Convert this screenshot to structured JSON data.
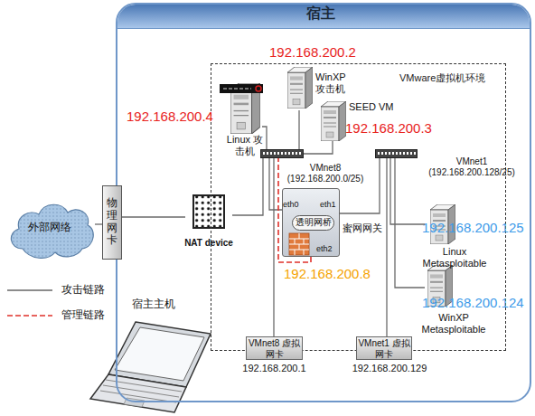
{
  "diagram": {
    "nodes": [
      {
        "text": [
          "宿主"
        ]
      },
      {
        "text": [
          "VMware虚拟机环境"
        ],
        "in": 0
      },
      {
        "text": [
          "外部网络"
        ]
      },
      {
        "text": [
          "物理网卡"
        ],
        "in": 0
      },
      {
        "text": [
          "NAT device"
        ],
        "in": 0
      },
      {
        "text": [
          "192.168.200.4",
          "Linux 攻击机"
        ],
        "in": 1
      },
      {
        "text": [
          "192.168.200.2",
          "WinXP 攻击机"
        ],
        "in": 1
      },
      {
        "text": [
          "SEED VM",
          "192.168.200.3"
        ],
        "in": 1
      },
      {
        "text": [
          "VMnet8 (192.168.200.0/25)"
        ],
        "in": 1
      },
      {
        "text": [
          "VMnet1 (192.168.200.128/25)"
        ],
        "in": 1
      },
      {
        "text": [
          "蜜网网关",
          "192.168.200.8"
        ],
        "in": 1
      },
      {
        "text": [
          "透明网桥"
        ],
        "in": 10
      },
      {
        "text": [
          "192.168.200.125",
          "Linux Metasploitable"
        ],
        "in": 1
      },
      {
        "text": [
          "192.168.200.124",
          "WinXP Metasploitable"
        ],
        "in": 1
      },
      {
        "text": [
          "VMnet8 虚拟网卡",
          "192.168.200.1"
        ],
        "in": 0
      },
      {
        "text": [
          "VMnet1 虚拟网卡",
          "192.168.200.129"
        ],
        "in": 0
      }
    ],
    "edges": [
      {
        "from": 2,
        "to": 3,
        "arrow": "none"
      },
      {
        "from": 3,
        "to": 4,
        "arrow": "none"
      },
      {
        "from": 4,
        "to": 8,
        "arrow": "none"
      },
      {
        "from": 5,
        "to": 8,
        "arrow": "none"
      },
      {
        "from": 6,
        "to": 8,
        "arrow": "none"
      },
      {
        "from": 7,
        "to": 8,
        "arrow": "none"
      },
      {
        "from": 8,
        "to": 10,
        "arrow": "none"
      },
      {
        "from": 9,
        "to": 10,
        "arrow": "none"
      },
      {
        "from": 9,
        "to": 12,
        "arrow": "none"
      },
      {
        "from": 9,
        "to": 13,
        "arrow": "none"
      },
      {
        "from": 14,
        "to": 8,
        "arrow": "none"
      },
      {
        "from": 15,
        "to": 9,
        "arrow": "none"
      },
      {
        "from": 10,
        "to": 8,
        "arrow": "none"
      }
    ],
    "labels": [
      "eth0",
      "eth1",
      "eth2",
      "宿主主机"
    ],
    "legend": [
      {
        "text": "攻击链路"
      },
      {
        "text": "管理链路"
      }
    ]
  }
}
